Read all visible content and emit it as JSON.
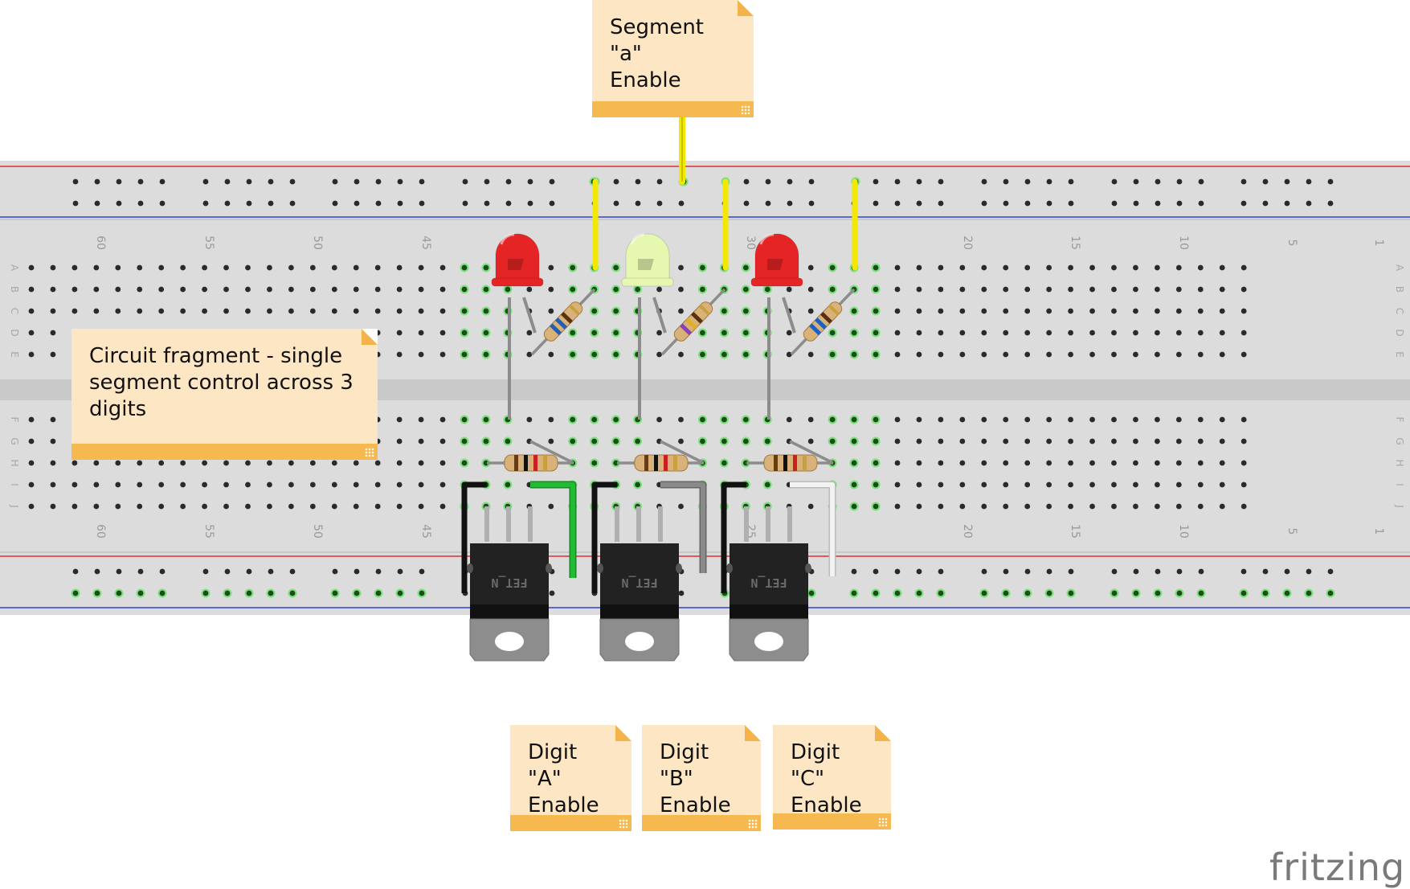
{
  "notes": {
    "segment_a": "Segment \"a\"\nEnable",
    "circuit": "Circuit fragment - single\nsegment control across 3\ndigits",
    "digit_a": "Digit \"A\"\nEnable",
    "digit_b": "Digit \"B\"\nEnable",
    "digit_c": "Digit \"C\"\nEnable"
  },
  "breadboard": {
    "column_labels": [
      "60",
      "55",
      "50",
      "45",
      "30",
      "20",
      "15",
      "10",
      "5",
      "1"
    ],
    "bottom_column_labels": [
      "60",
      "55",
      "50",
      "45",
      "25",
      "20",
      "15",
      "10",
      "5",
      "1"
    ],
    "row_labels_top": [
      "A",
      "B",
      "C",
      "D",
      "E"
    ],
    "row_labels_bottom": [
      "F",
      "G",
      "H",
      "I",
      "J"
    ]
  },
  "transistor_label": "FET_N",
  "logo": "fritzing",
  "colors": {
    "board": "#dcdcdc",
    "rail_red": "#e03030",
    "rail_blue": "#3040d0",
    "wire_yellow": "#f2e800",
    "wire_green": "#22bb33",
    "wire_gray": "#8a8a8a",
    "wire_white": "#f2f2f2",
    "led_red": "#e52525",
    "led_pale": "#e6f7b0",
    "note_fill": "#fde6c4",
    "note_bar": "#f6b94f"
  }
}
